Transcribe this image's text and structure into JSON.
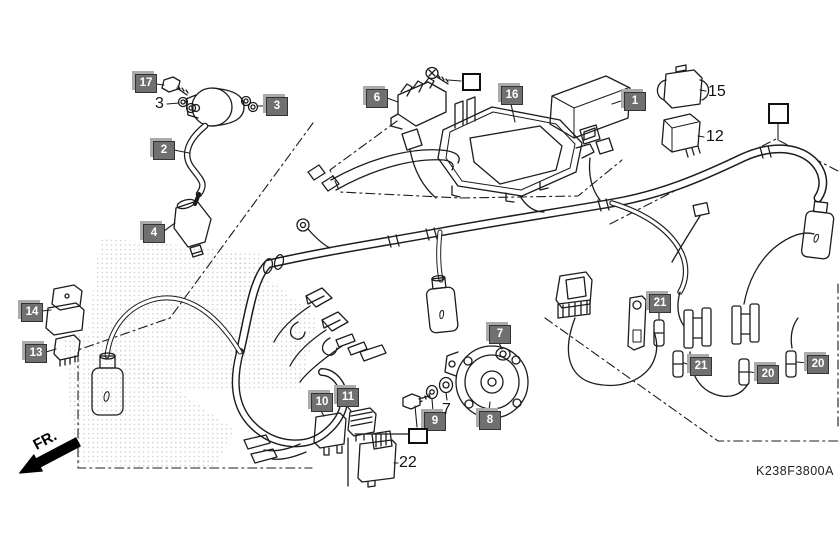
{
  "diagram": {
    "code": "K238F3800A",
    "fr_label": "FR.",
    "colors": {
      "background": "#ffffff",
      "line": "#1c1c1c",
      "badge_bg": "#707070",
      "badge_shadow": "#ababab",
      "badge_text": "#ffffff"
    }
  },
  "badges": [
    {
      "ref": "17"
    },
    {
      "ref": "3"
    },
    {
      "ref": "2"
    },
    {
      "ref": "4"
    },
    {
      "ref": "14"
    },
    {
      "ref": "13"
    },
    {
      "ref": "6"
    },
    {
      "ref": "16"
    },
    {
      "ref": "1"
    },
    {
      "ref": "7"
    },
    {
      "ref": "9"
    },
    {
      "ref": "8"
    },
    {
      "ref": "10"
    },
    {
      "ref": "11"
    },
    {
      "ref": "21"
    },
    {
      "ref": "21"
    },
    {
      "ref": "20"
    },
    {
      "ref": "20"
    }
  ],
  "plain_labels": [
    {
      "text": "3"
    },
    {
      "text": "7"
    },
    {
      "text": "15"
    },
    {
      "text": "12"
    },
    {
      "text": "22"
    }
  ],
  "shapes": [
    "ignition-coil",
    "mount-bolt",
    "hex-nut",
    "spark-plug-cap",
    "fuse-case",
    "battery-tray",
    "ecu-unit",
    "starter-relay",
    "flasher-relay",
    "relay",
    "resistor-unit",
    "control-unit",
    "horn",
    "washer",
    "wire-harness",
    "rubber-boot",
    "cdi-connector",
    "fuse",
    "fuse-holder",
    "stay-bracket",
    "direction-arrow",
    "callout-box"
  ]
}
